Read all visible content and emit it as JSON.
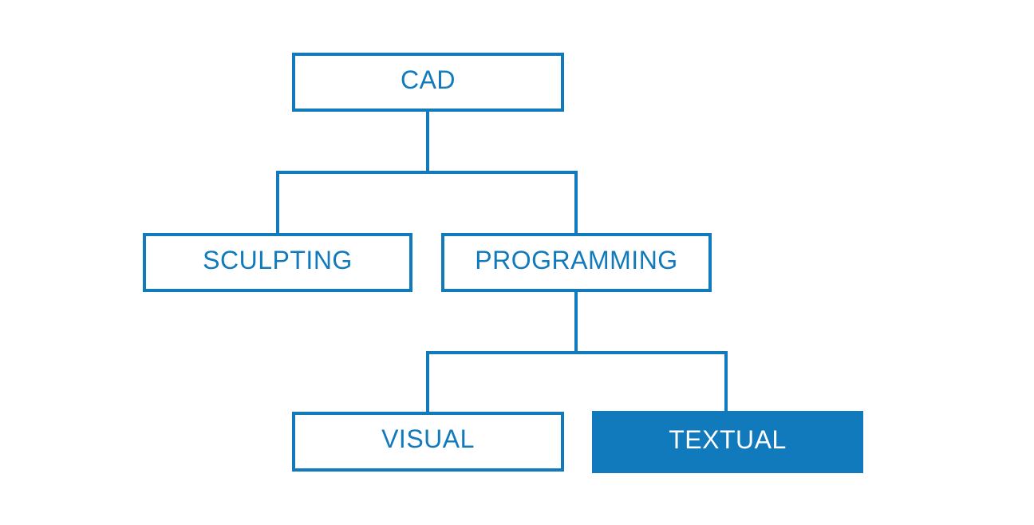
{
  "colors": {
    "accent": "#107abd",
    "node_fill_selected": "#107abd",
    "node_text_selected": "#ffffff",
    "background": "#ffffff"
  },
  "diagram": {
    "type": "tree",
    "nodes": [
      {
        "id": "cad",
        "label": "CAD",
        "variant": "outline",
        "selected": false
      },
      {
        "id": "sculpting",
        "label": "SCULPTING",
        "variant": "outline",
        "selected": false
      },
      {
        "id": "programming",
        "label": "PROGRAMMING",
        "variant": "outline",
        "selected": false
      },
      {
        "id": "visual",
        "label": "VISUAL",
        "variant": "outline",
        "selected": false
      },
      {
        "id": "textual",
        "label": "TEXTUAL",
        "variant": "filled",
        "selected": true
      }
    ],
    "edges": [
      {
        "from": "cad",
        "to": "sculpting"
      },
      {
        "from": "cad",
        "to": "programming"
      },
      {
        "from": "programming",
        "to": "visual"
      },
      {
        "from": "programming",
        "to": "textual"
      }
    ]
  }
}
